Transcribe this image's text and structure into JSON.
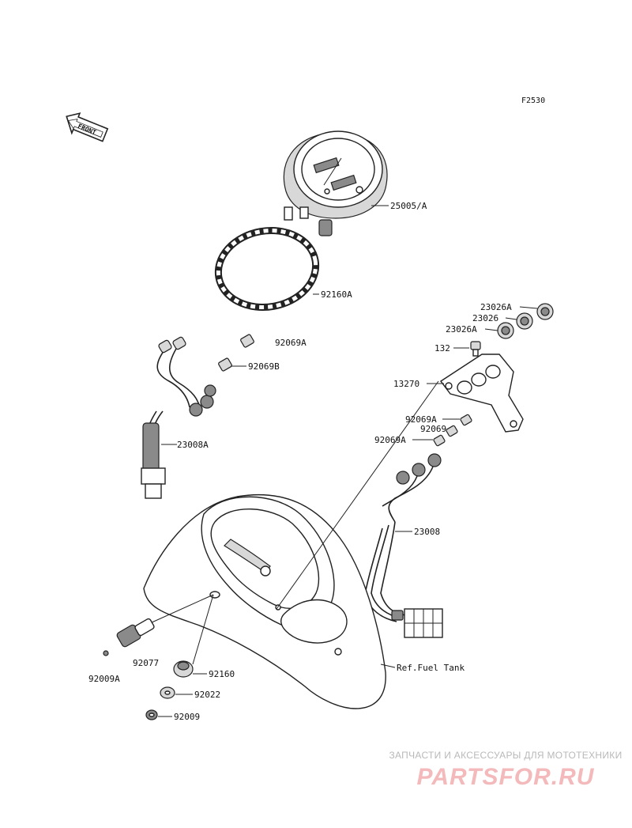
{
  "figure_code": "F2530",
  "front_badge": "FRONT",
  "parts": {
    "p25005": "25005/A",
    "p92160A": "92160A",
    "p92069A_top": "92069A",
    "p92069B": "92069B",
    "p23008A": "23008A",
    "p23026A_1": "23026A",
    "p23026": "23026",
    "p23026A_2": "23026A",
    "p132": "132",
    "p13270": "13270",
    "p92069A_mid": "92069A",
    "p92069": "92069",
    "p92069A_low": "92069A",
    "p23008": "23008",
    "p92077": "92077",
    "p92009A": "92009A",
    "p92160": "92160",
    "p92022": "92022",
    "p92009": "92009",
    "ref_fuel_tank": "Ref.Fuel Tank"
  },
  "watermark": {
    "tagline": "ЗАПЧАСТИ И АКСЕССУАРЫ ДЛЯ МОТОТЕХНИКИ",
    "logo": "PARTSFOR.RU"
  },
  "colors": {
    "line": "#222222",
    "watermark_text": "#b9b9b9",
    "watermark_logo": "#f3b9bb"
  }
}
